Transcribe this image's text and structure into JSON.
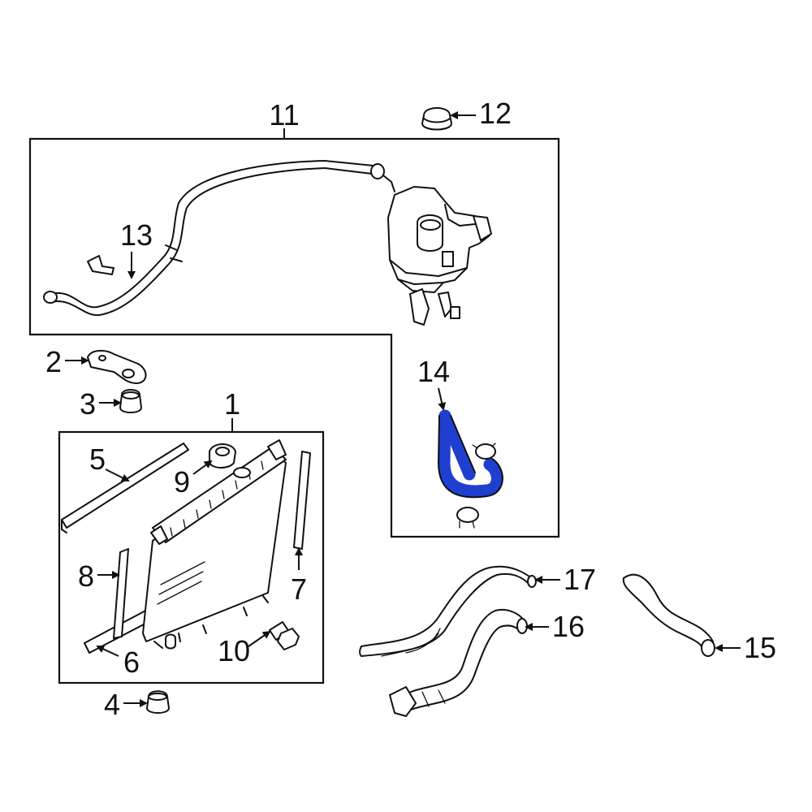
{
  "diagram": {
    "highlight_color": "#1e3fd0",
    "outline_color": "#111111",
    "background_color": "#ffffff",
    "highlighted_part": "14",
    "callouts": {
      "c1": "1",
      "c2": "2",
      "c3": "3",
      "c4": "4",
      "c5": "5",
      "c6": "6",
      "c7": "7",
      "c8": "8",
      "c9": "9",
      "c10": "10",
      "c11": "11",
      "c12": "12",
      "c13": "13",
      "c14": "14",
      "c15": "15",
      "c16": "16",
      "c17": "17"
    }
  }
}
